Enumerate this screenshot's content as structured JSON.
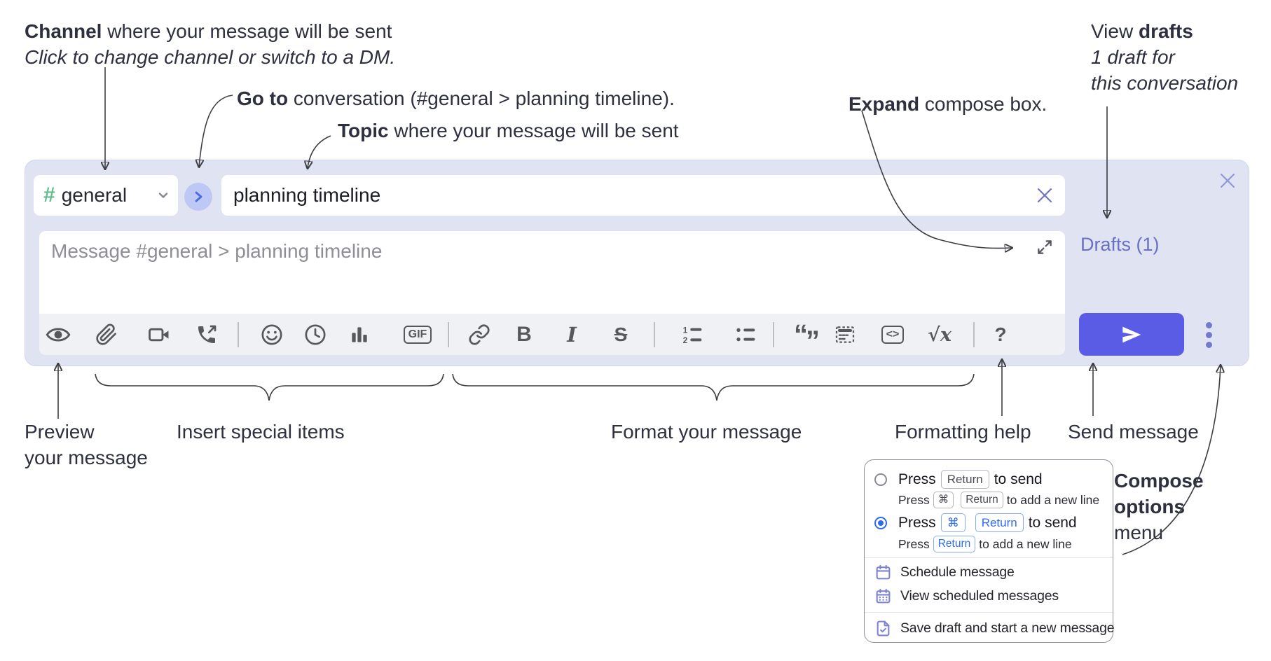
{
  "annotations": {
    "channel": {
      "bold": "Channel",
      "rest": " where your message will be sent",
      "sub": "Click to change channel or switch to a DM."
    },
    "goto": {
      "bold": "Go to",
      "rest": " conversation (#general > planning timeline)."
    },
    "topic": {
      "bold": "Topic",
      "rest": " where your message will be sent"
    },
    "expand": {
      "bold": "Expand",
      "rest": " compose box."
    },
    "drafts": {
      "pre": "View ",
      "bold": "drafts",
      "line2": "1 draft for",
      "line3": "this conversation"
    },
    "preview": {
      "bold": "Preview",
      "line2": "your message"
    },
    "insert": {
      "bold": "Insert",
      "rest": " special items"
    },
    "format": {
      "bold": "Format",
      "rest": " your message"
    },
    "help": {
      "pre": "Formatting ",
      "bold": "help"
    },
    "send": {
      "bold": "Send",
      "rest": " message"
    },
    "compose_options": {
      "line1": "Compose",
      "line2": "options",
      "line3": "menu"
    }
  },
  "compose": {
    "channel_hash": "#",
    "channel_label": "general",
    "topic_value": "planning timeline",
    "message_placeholder": "Message #general > planning timeline",
    "drafts_link": "Drafts (1)",
    "toolbar": {
      "gif_label": "GIF",
      "bold_label": "B",
      "italic_label": "I",
      "strike_label": "S",
      "quote_open": "“",
      "quote_close": "”",
      "code_label": "<>",
      "math_label": "√x",
      "help_label": "?",
      "icon_names": [
        "preview-eye",
        "attach-paperclip",
        "video-call",
        "audio-call",
        "emoji-smiley",
        "time-clock",
        "poll-bar-chart",
        "gif",
        "link",
        "bold",
        "italic",
        "strikethrough",
        "numbered-list",
        "bulleted-list",
        "quote",
        "spoiler",
        "code",
        "math",
        "help"
      ]
    }
  },
  "options_menu": {
    "r1_main_pre": "Press",
    "r1_main_key": "Return",
    "r1_main_post": "to send",
    "r1_sub_pre": "Press",
    "r1_sub_key1": "⌘",
    "r1_sub_key2": "Return",
    "r1_sub_post": "to add a new line",
    "r2_main_pre": "Press",
    "r2_main_key1": "⌘",
    "r2_main_key2": "Return",
    "r2_main_post": "to send",
    "r2_sub_pre": "Press",
    "r2_sub_key": "Return",
    "r2_sub_post": "to add a new line",
    "item_schedule": "Schedule message",
    "item_view_scheduled": "View scheduled messages",
    "item_save_draft": "Save draft and start a new message"
  },
  "colors": {
    "compose_bg": "#e0e3f2",
    "toolbar_bg": "#f0f1f4",
    "send_button": "#5a5ce6",
    "accent_purple": "#6970c6",
    "hash_green": "#63bd8c",
    "circle_button_bg": "#bdc9f4",
    "circle_chevron_blue": "#4a6bdb",
    "kbd_blue": "#2d6bf0",
    "icon_gray": "#57585e",
    "annotation_text": "#2e3040",
    "menu_icon_purple": "#7e82d6"
  }
}
